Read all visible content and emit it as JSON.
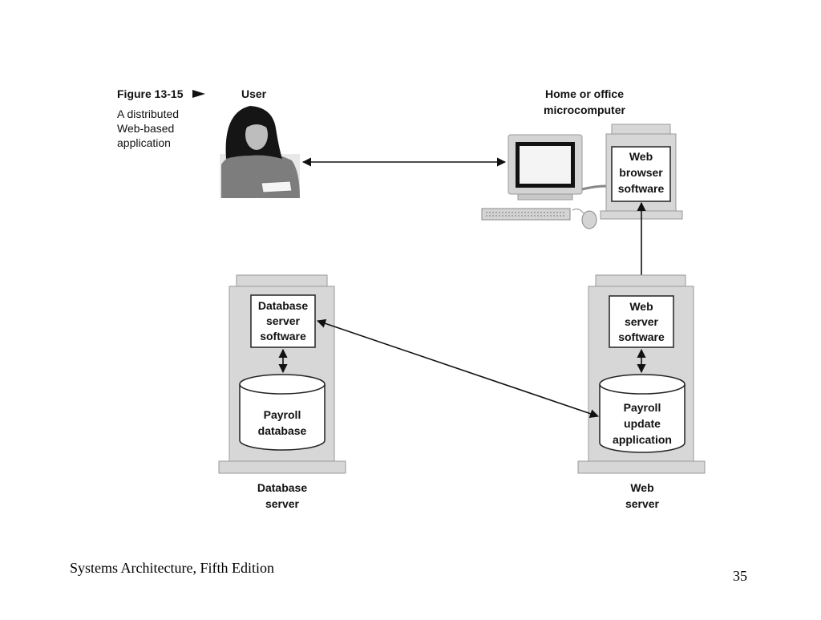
{
  "figure": {
    "number": "Figure 13-15",
    "caption_lines": [
      "A distributed",
      "Web-based",
      "application"
    ]
  },
  "user": {
    "label": "User"
  },
  "client": {
    "label_lines": [
      "Home or office",
      "microcomputer"
    ],
    "software_lines": [
      "Web",
      "browser",
      "software"
    ]
  },
  "db_server": {
    "software_lines": [
      "Database",
      "server",
      "software"
    ],
    "storage_lines": [
      "Payroll",
      "database"
    ],
    "label_lines": [
      "Database",
      "server"
    ]
  },
  "web_server": {
    "software_lines": [
      "Web",
      "server",
      "software"
    ],
    "storage_lines": [
      "Payroll",
      "update",
      "application"
    ],
    "label_lines": [
      "Web",
      "server"
    ]
  },
  "footer": {
    "book_title": "Systems Architecture, Fifth Edition",
    "page_number": "35"
  },
  "colors": {
    "tower": "#d7d7d7",
    "tower_stroke": "#9a9a9a",
    "box_stroke": "#222222",
    "arrow": "#111111"
  }
}
